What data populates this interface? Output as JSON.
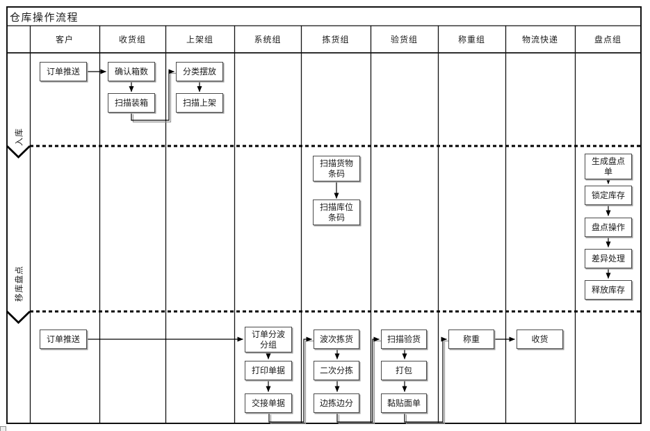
{
  "title": "仓库操作流程",
  "columns": [
    "客户",
    "收货组",
    "上架组",
    "系统组",
    "拣货组",
    "验货组",
    "称重组",
    "物流快递",
    "盘点组"
  ],
  "lanes": [
    {
      "index": 0,
      "label": "入库"
    },
    {
      "index": 1,
      "label": "移库盘点"
    },
    {
      "index": 2,
      "label": ""
    }
  ],
  "boxes": [
    {
      "id": "order-push-inbound",
      "lane": 0,
      "column": "客户",
      "label": "订单推送"
    },
    {
      "id": "confirm-box-count",
      "lane": 0,
      "column": "收货组",
      "label": "确认箱数"
    },
    {
      "id": "scan-packing",
      "lane": 0,
      "column": "收货组",
      "label": "扫描装箱"
    },
    {
      "id": "sort-placement",
      "lane": 0,
      "column": "上架组",
      "label": "分类摆放"
    },
    {
      "id": "scan-shelving",
      "lane": 0,
      "column": "上架组",
      "label": "扫描上架"
    },
    {
      "id": "scan-goods-barcode",
      "lane": 1,
      "column": "拣货组",
      "label": "扫描货物\n条码"
    },
    {
      "id": "scan-location-barcode",
      "lane": 1,
      "column": "拣货组",
      "label": "扫描库位\n条码"
    },
    {
      "id": "generate-count-sheet",
      "lane": 1,
      "column": "盘点组",
      "label": "生成盘点\n单"
    },
    {
      "id": "lock-inventory",
      "lane": 1,
      "column": "盘点组",
      "label": "锁定库存"
    },
    {
      "id": "count-operation",
      "lane": 1,
      "column": "盘点组",
      "label": "盘点操作"
    },
    {
      "id": "difference-handling",
      "lane": 1,
      "column": "盘点组",
      "label": "差异处理"
    },
    {
      "id": "release-inventory",
      "lane": 1,
      "column": "盘点组",
      "label": "释放库存"
    },
    {
      "id": "order-push-outbound",
      "lane": 2,
      "column": "客户",
      "label": "订单推送"
    },
    {
      "id": "order-wave-grouping",
      "lane": 2,
      "column": "系统组",
      "label": "订单分波\n分组"
    },
    {
      "id": "print-documents",
      "lane": 2,
      "column": "系统组",
      "label": "打印单据"
    },
    {
      "id": "handover-documents",
      "lane": 2,
      "column": "系统组",
      "label": "交接单据"
    },
    {
      "id": "wave-picking",
      "lane": 2,
      "column": "拣货组",
      "label": "波次拣货"
    },
    {
      "id": "secondary-sorting",
      "lane": 2,
      "column": "拣货组",
      "label": "二次分拣"
    },
    {
      "id": "pick-while-sorting",
      "lane": 2,
      "column": "拣货组",
      "label": "边拣边分"
    },
    {
      "id": "scan-inspection",
      "lane": 2,
      "column": "验货组",
      "label": "扫描验货"
    },
    {
      "id": "packing",
      "lane": 2,
      "column": "验货组",
      "label": "打包"
    },
    {
      "id": "paste-waybill",
      "lane": 2,
      "column": "验货组",
      "label": "黏贴面单"
    },
    {
      "id": "weighing",
      "lane": 2,
      "column": "称重组",
      "label": "称重"
    },
    {
      "id": "receiving",
      "lane": 2,
      "column": "物流快递",
      "label": "收货"
    }
  ],
  "edges": [
    [
      "order-push-inbound",
      "confirm-box-count"
    ],
    [
      "confirm-box-count",
      "scan-packing"
    ],
    [
      "scan-packing",
      "sort-placement"
    ],
    [
      "sort-placement",
      "scan-shelving"
    ],
    [
      "scan-goods-barcode",
      "scan-location-barcode"
    ],
    [
      "generate-count-sheet",
      "lock-inventory"
    ],
    [
      "lock-inventory",
      "count-operation"
    ],
    [
      "count-operation",
      "difference-handling"
    ],
    [
      "difference-handling",
      "release-inventory"
    ],
    [
      "order-push-outbound",
      "order-wave-grouping"
    ],
    [
      "order-wave-grouping",
      "print-documents"
    ],
    [
      "print-documents",
      "handover-documents"
    ],
    [
      "handover-documents",
      "wave-picking"
    ],
    [
      "wave-picking",
      "secondary-sorting"
    ],
    [
      "secondary-sorting",
      "pick-while-sorting"
    ],
    [
      "pick-while-sorting",
      "scan-inspection"
    ],
    [
      "scan-inspection",
      "packing"
    ],
    [
      "packing",
      "paste-waybill"
    ],
    [
      "paste-waybill",
      "weighing"
    ],
    [
      "weighing",
      "receiving"
    ]
  ],
  "icons": [
    {
      "name": "lane-break-chevron-icon",
      "shape": "wide V chevron at each dashed lane divider"
    }
  ],
  "colors": {
    "background": "#ffffff",
    "grid_line": "#111111",
    "box_border": "#4a4a4a",
    "box_fill": "#ffffff",
    "connector": "#000000",
    "shadow": "#999999"
  }
}
